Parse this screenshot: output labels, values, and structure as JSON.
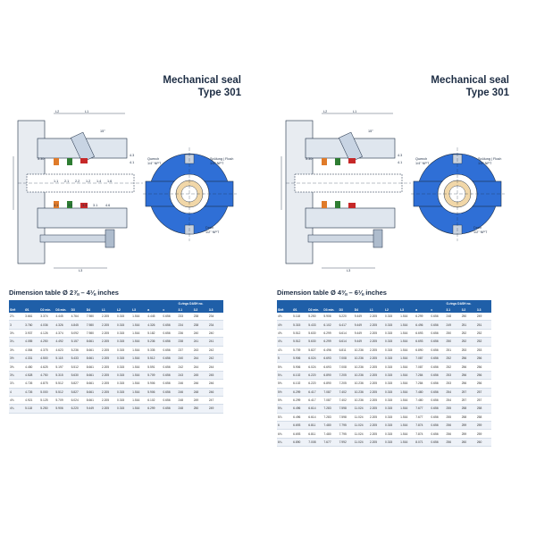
{
  "left": {
    "title_line1": "Mechanical seal",
    "title_line2": "Type 301",
    "table_title": "Dimension table Ø 2⅞ – 4⅛ inches",
    "oring_header": "O-rings DASH no.",
    "headers": [
      "Shft",
      "Ø1",
      "D2 min.",
      "D3 min.",
      "D3",
      "D4",
      "L1",
      "L2",
      "L3",
      "a",
      "c",
      "3.1",
      "3.2",
      "3.3"
    ],
    "rows": [
      [
        "2⅞",
        "3.661",
        "3.374",
        "4.445",
        "4.764",
        "7.980",
        "2.205",
        "0.315",
        "1.516",
        "4.445",
        "0.656",
        "233",
        "238",
        "234"
      ],
      [
        "3",
        "3.760",
        "4.036",
        "4.326",
        "4.845",
        "7.980",
        "2.205",
        "0.315",
        "1.516",
        "4.326",
        "0.656",
        "234",
        "238",
        "234"
      ],
      [
        "3⅛",
        "3.937",
        "4.126",
        "4.374",
        "5.092",
        "7.980",
        "2.205",
        "0.315",
        "1.516",
        "5.182",
        "0.656",
        "236",
        "240",
        "240"
      ],
      [
        "3¼",
        "4.055",
        "4.250",
        "4.492",
        "5.157",
        "8.661",
        "2.205",
        "0.315",
        "1.516",
        "5.236",
        "0.656",
        "238",
        "241",
        "241"
      ],
      [
        "3⅜",
        "4.084",
        "4.375",
        "4.623",
        "5.236",
        "8.661",
        "2.205",
        "0.315",
        "1.516",
        "5.335",
        "0.656",
        "237",
        "243",
        "242"
      ],
      [
        "3½",
        "4.331",
        "4.500",
        "5.118",
        "5.433",
        "8.661",
        "2.205",
        "0.315",
        "1.516",
        "5.512",
        "0.656",
        "240",
        "244",
        "242"
      ],
      [
        "3⅝",
        "4.450",
        "4.625",
        "5.197",
        "5.512",
        "8.661",
        "2.205",
        "0.315",
        "1.516",
        "5.591",
        "0.656",
        "242",
        "244",
        "244"
      ],
      [
        "3¾",
        "4.528",
        "4.750",
        "5.315",
        "5.630",
        "8.661",
        "2.205",
        "0.315",
        "1.516",
        "5.709",
        "0.656",
        "243",
        "245",
        "245"
      ],
      [
        "3⅞",
        "4.726",
        "4.875",
        "5.512",
        "5.827",
        "8.661",
        "2.205",
        "0.315",
        "1.516",
        "5.906",
        "0.656",
        "246",
        "246",
        "246"
      ],
      [
        "4",
        "4.726",
        "5.000",
        "5.512",
        "5.827",
        "8.661",
        "2.205",
        "0.315",
        "1.516",
        "5.906",
        "0.656",
        "246",
        "248",
        "246"
      ],
      [
        "4⅛",
        "4.921",
        "5.125",
        "5.709",
        "6.024",
        "8.661",
        "2.205",
        "0.315",
        "1.516",
        "6.102",
        "0.656",
        "248",
        "249",
        "247"
      ],
      [
        "4¼",
        "5.118",
        "5.250",
        "5.906",
        "6.220",
        "9.449",
        "2.205",
        "0.315",
        "1.516",
        "6.299",
        "0.656",
        "248",
        "250",
        "249"
      ]
    ]
  },
  "right": {
    "title_line1": "Mechanical seal",
    "title_line2": "Type 301",
    "table_title": "Dimension table Ø 4⅜ – 6⅛ inches",
    "oring_header": "O-rings DASH no.",
    "headers": [
      "Shft",
      "Ø1",
      "D2 min.",
      "D3 min.",
      "D3",
      "D4",
      "L1",
      "L2",
      "L3",
      "a",
      "c",
      "3.1",
      "3.2",
      "3.3"
    ],
    "rows": [
      [
        "4⅜",
        "5.118",
        "5.250",
        "5.906",
        "6.220",
        "9.449",
        "2.205",
        "0.315",
        "1.516",
        "6.299",
        "0.656",
        "248",
        "250",
        "249"
      ],
      [
        "4½",
        "5.315",
        "5.433",
        "6.102",
        "6.417",
        "9.449",
        "2.205",
        "0.315",
        "1.516",
        "6.496",
        "0.656",
        "249",
        "251",
        "251"
      ],
      [
        "4⅝",
        "5.512",
        "5.630",
        "6.299",
        "6.614",
        "9.449",
        "2.205",
        "0.315",
        "1.516",
        "6.693",
        "0.656",
        "250",
        "252",
        "252"
      ],
      [
        "4¾",
        "5.512",
        "5.630",
        "6.299",
        "6.614",
        "9.449",
        "2.205",
        "0.315",
        "1.516",
        "6.693",
        "0.656",
        "250",
        "252",
        "252"
      ],
      [
        "4⅞",
        "5.709",
        "5.827",
        "6.496",
        "6.811",
        "10.236",
        "2.205",
        "0.315",
        "1.516",
        "6.890",
        "0.656",
        "251",
        "253",
        "253"
      ],
      [
        "5",
        "5.906",
        "6.024",
        "6.693",
        "7.008",
        "10.236",
        "2.205",
        "0.315",
        "1.516",
        "7.087",
        "0.656",
        "252",
        "256",
        "256"
      ],
      [
        "5⅛",
        "5.906",
        "6.024",
        "6.693",
        "7.008",
        "10.236",
        "2.205",
        "0.315",
        "1.516",
        "7.087",
        "0.656",
        "252",
        "256",
        "256"
      ],
      [
        "5¼",
        "6.102",
        "6.220",
        "6.890",
        "7.205",
        "10.236",
        "2.205",
        "0.315",
        "1.516",
        "7.284",
        "0.656",
        "253",
        "256",
        "256"
      ],
      [
        "5⅜",
        "6.102",
        "6.220",
        "6.890",
        "7.205",
        "10.236",
        "2.205",
        "0.315",
        "1.516",
        "7.284",
        "0.656",
        "253",
        "256",
        "256"
      ],
      [
        "5½",
        "6.299",
        "6.417",
        "7.087",
        "7.402",
        "10.236",
        "2.205",
        "0.315",
        "1.516",
        "7.480",
        "0.656",
        "254",
        "257",
        "257"
      ],
      [
        "5⅝",
        "6.299",
        "6.417",
        "7.087",
        "7.402",
        "10.236",
        "2.205",
        "0.315",
        "1.516",
        "7.480",
        "0.656",
        "254",
        "257",
        "257"
      ],
      [
        "5¾",
        "6.496",
        "6.614",
        "7.283",
        "7.598",
        "11.024",
        "2.205",
        "0.315",
        "1.516",
        "7.677",
        "0.656",
        "255",
        "258",
        "258"
      ],
      [
        "5⅞",
        "6.496",
        "6.614",
        "7.283",
        "7.598",
        "11.024",
        "2.205",
        "0.315",
        "1.516",
        "7.677",
        "0.656",
        "255",
        "258",
        "258"
      ],
      [
        "6",
        "6.693",
        "6.811",
        "7.480",
        "7.795",
        "11.024",
        "2.205",
        "0.315",
        "1.516",
        "7.874",
        "0.656",
        "256",
        "259",
        "259"
      ],
      [
        "6⅛",
        "6.693",
        "6.811",
        "7.480",
        "7.795",
        "11.024",
        "2.205",
        "0.315",
        "1.516",
        "7.874",
        "0.656",
        "256",
        "259",
        "259"
      ],
      [
        "6¼",
        "6.890",
        "7.008",
        "7.677",
        "7.992",
        "11.024",
        "2.205",
        "0.315",
        "1.516",
        "8.071",
        "0.656",
        "256",
        "260",
        "260"
      ]
    ]
  },
  "drawing_labels": {
    "quench": "Quench",
    "quench_thread": "1/4\" NPT",
    "spulung": "Spülung | Flush",
    "spulung_thread": "1/4\" NPT",
    "drain": "Drain",
    "drain_thread": "1/2\" NPT",
    "angle": "15°",
    "d43": "4.3",
    "d41": "4.1",
    "d330": "3.30",
    "l1": "L1",
    "l2": "L2",
    "l3": "L3",
    "pos": [
      "1.1",
      "2.1",
      "2.2",
      "1.2",
      "1.4",
      "1.6",
      "3.1",
      "3.2",
      "3.3",
      "3.1",
      "4.6"
    ]
  }
}
